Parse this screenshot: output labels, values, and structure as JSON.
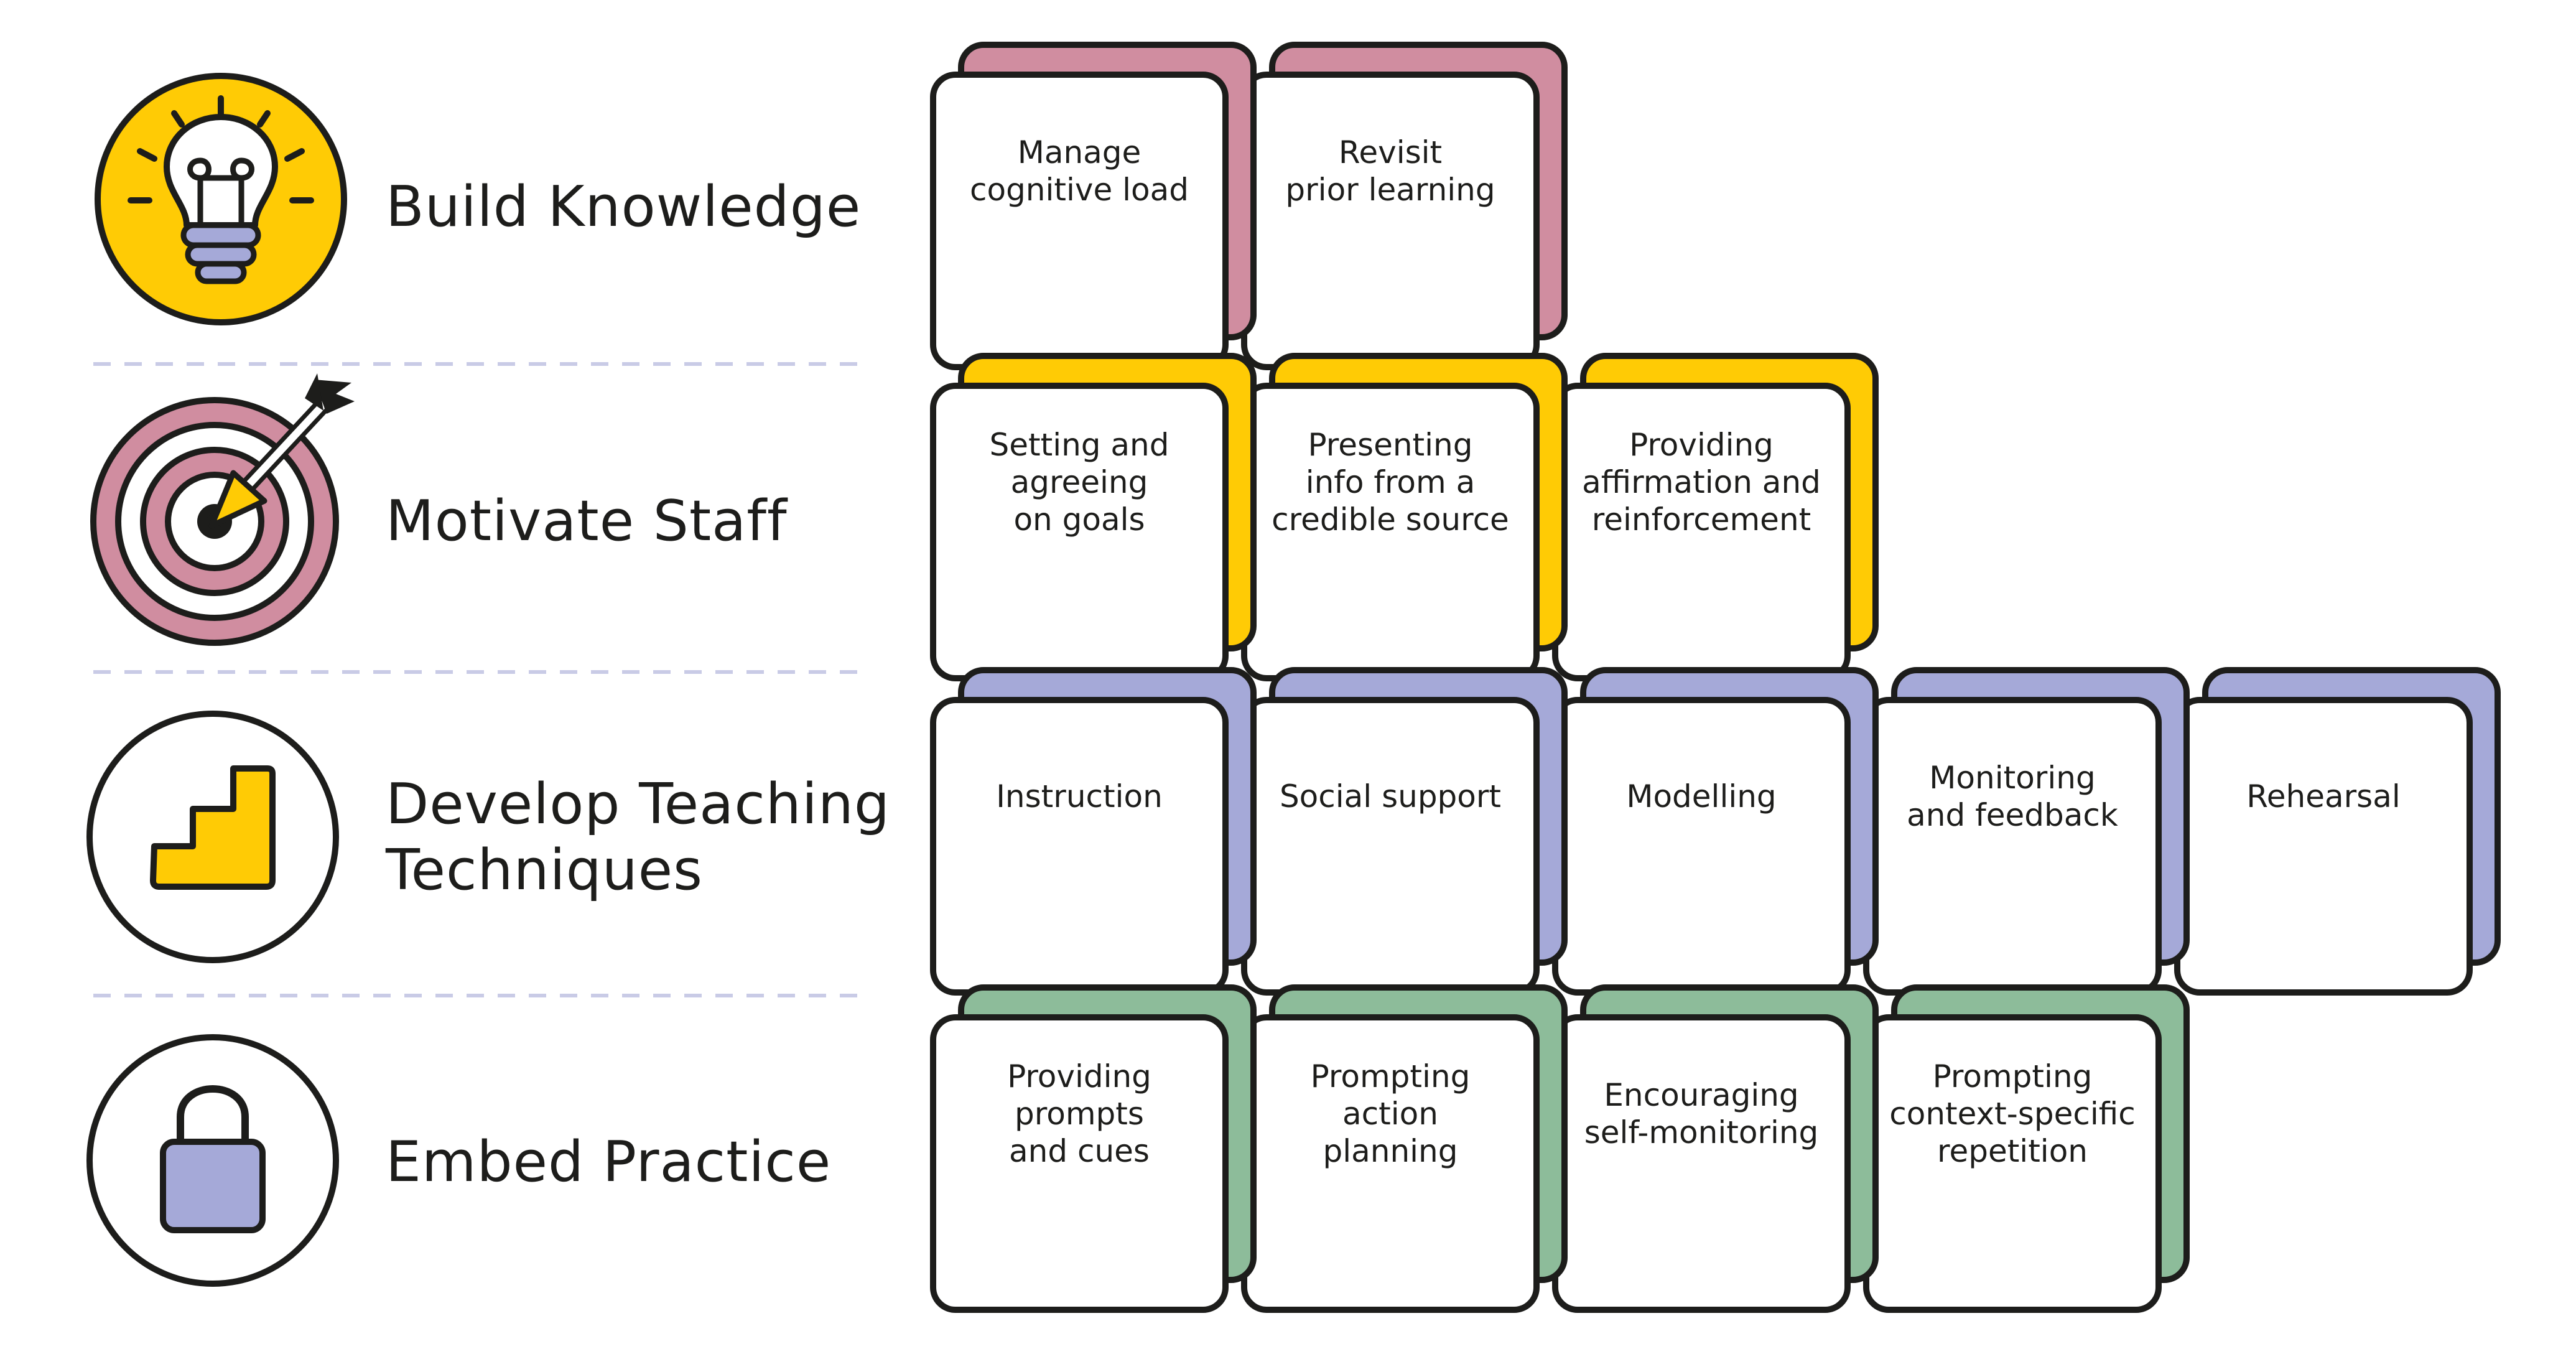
{
  "colors": {
    "knowledge": "#D08DA0",
    "motivate": "#FFCB05",
    "develop": "#A5A9D8",
    "embed": "#8DBC9A",
    "outline": "#1d1d1b",
    "divider": "#c9cbe6"
  },
  "rows": [
    {
      "label": "Build Knowledge",
      "icon": "lightbulb-icon",
      "color_key": "knowledge",
      "tiles": [
        [
          "Manage",
          "cognitive load"
        ],
        [
          "Revisit",
          "prior learning"
        ]
      ]
    },
    {
      "label": "Motivate Staff",
      "icon": "target-icon",
      "color_key": "motivate",
      "tiles": [
        [
          "Setting and",
          "agreeing",
          "on goals"
        ],
        [
          "Presenting",
          "info from a",
          "credible source"
        ],
        [
          "Providing",
          "affirmation and",
          "reinforcement"
        ]
      ]
    },
    {
      "label_lines": [
        "Develop Teaching",
        "Techniques"
      ],
      "icon": "stairs-icon",
      "color_key": "develop",
      "tiles": [
        [
          "Instruction"
        ],
        [
          "Social support"
        ],
        [
          "Modelling"
        ],
        [
          "Monitoring",
          "and feedback"
        ],
        [
          "Rehearsal"
        ]
      ]
    },
    {
      "label": "Embed Practice",
      "icon": "padlock-icon",
      "color_key": "embed",
      "tiles": [
        [
          "Providing",
          "prompts",
          "and cues"
        ],
        [
          "Prompting",
          "action",
          "planning"
        ],
        [
          "Encouraging",
          "self-monitoring"
        ],
        [
          "Prompting",
          "context-specific",
          "repetition"
        ]
      ]
    }
  ]
}
